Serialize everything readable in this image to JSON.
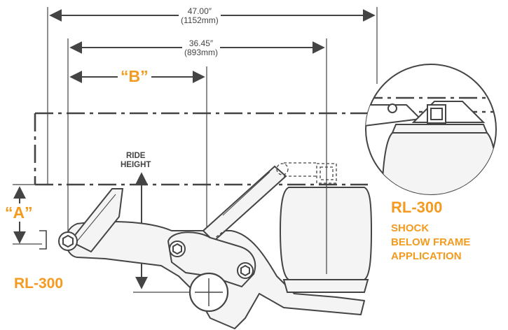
{
  "dimensions": {
    "overall": {
      "value": "47.00″",
      "metric": "(1152mm)"
    },
    "spacing": {
      "value": "36.45″",
      "metric": "(893mm)"
    },
    "b_label": "“B”",
    "a_label": "“A”"
  },
  "labels": {
    "ride_height_line1": "RIDE",
    "ride_height_line2": "HEIGHT",
    "model": "RL-300"
  },
  "inset": {
    "model": "RL-300",
    "line1": "SHOCK",
    "line2": "BELOW FRAME",
    "line3": "APPLICATION"
  },
  "colors": {
    "accent": "#f39a1f",
    "line": "#444444"
  }
}
